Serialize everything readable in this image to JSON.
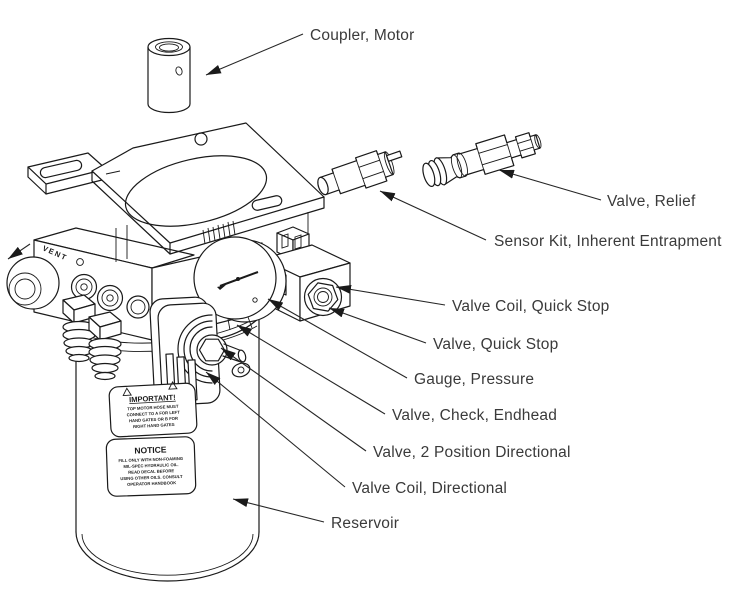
{
  "diagram": {
    "type": "exploded-parts-diagram",
    "background": "#ffffff",
    "line_color": "#1a1a1a",
    "label_color": "#3a3a3a",
    "callouts": [
      {
        "label": "Coupler, Motor"
      },
      {
        "label": "Valve, Relief"
      },
      {
        "label": "Sensor Kit, Inherent Entrapment"
      },
      {
        "label": "Valve Coil, Quick Stop"
      },
      {
        "label": "Valve, Quick Stop"
      },
      {
        "label": "Gauge, Pressure"
      },
      {
        "label": "Valve, Check, Endhead"
      },
      {
        "label": "Valve, 2 Position Directional"
      },
      {
        "label": "Valve Coil, Directional"
      },
      {
        "label": "Reservoir"
      }
    ],
    "markings": {
      "vent": "VENT",
      "important_sticker": {
        "heading": "IMPORTANT!",
        "lines": [
          "TOP MOTOR HOSE MUST",
          "CONNECT TO A FOR LEFT",
          "HAND GATES OR B FOR",
          "RIGHT HAND GATES"
        ]
      },
      "notice_sticker": {
        "heading": "NOTICE",
        "lines": [
          "FILL ONLY WITH NON-FOAMING",
          "MIL-SPEC HYDRAULIC OIL.",
          "READ DECAL BEFORE",
          "USING OTHER OILS. CONSULT",
          "OPERATOR HANDBOOK"
        ]
      }
    }
  }
}
